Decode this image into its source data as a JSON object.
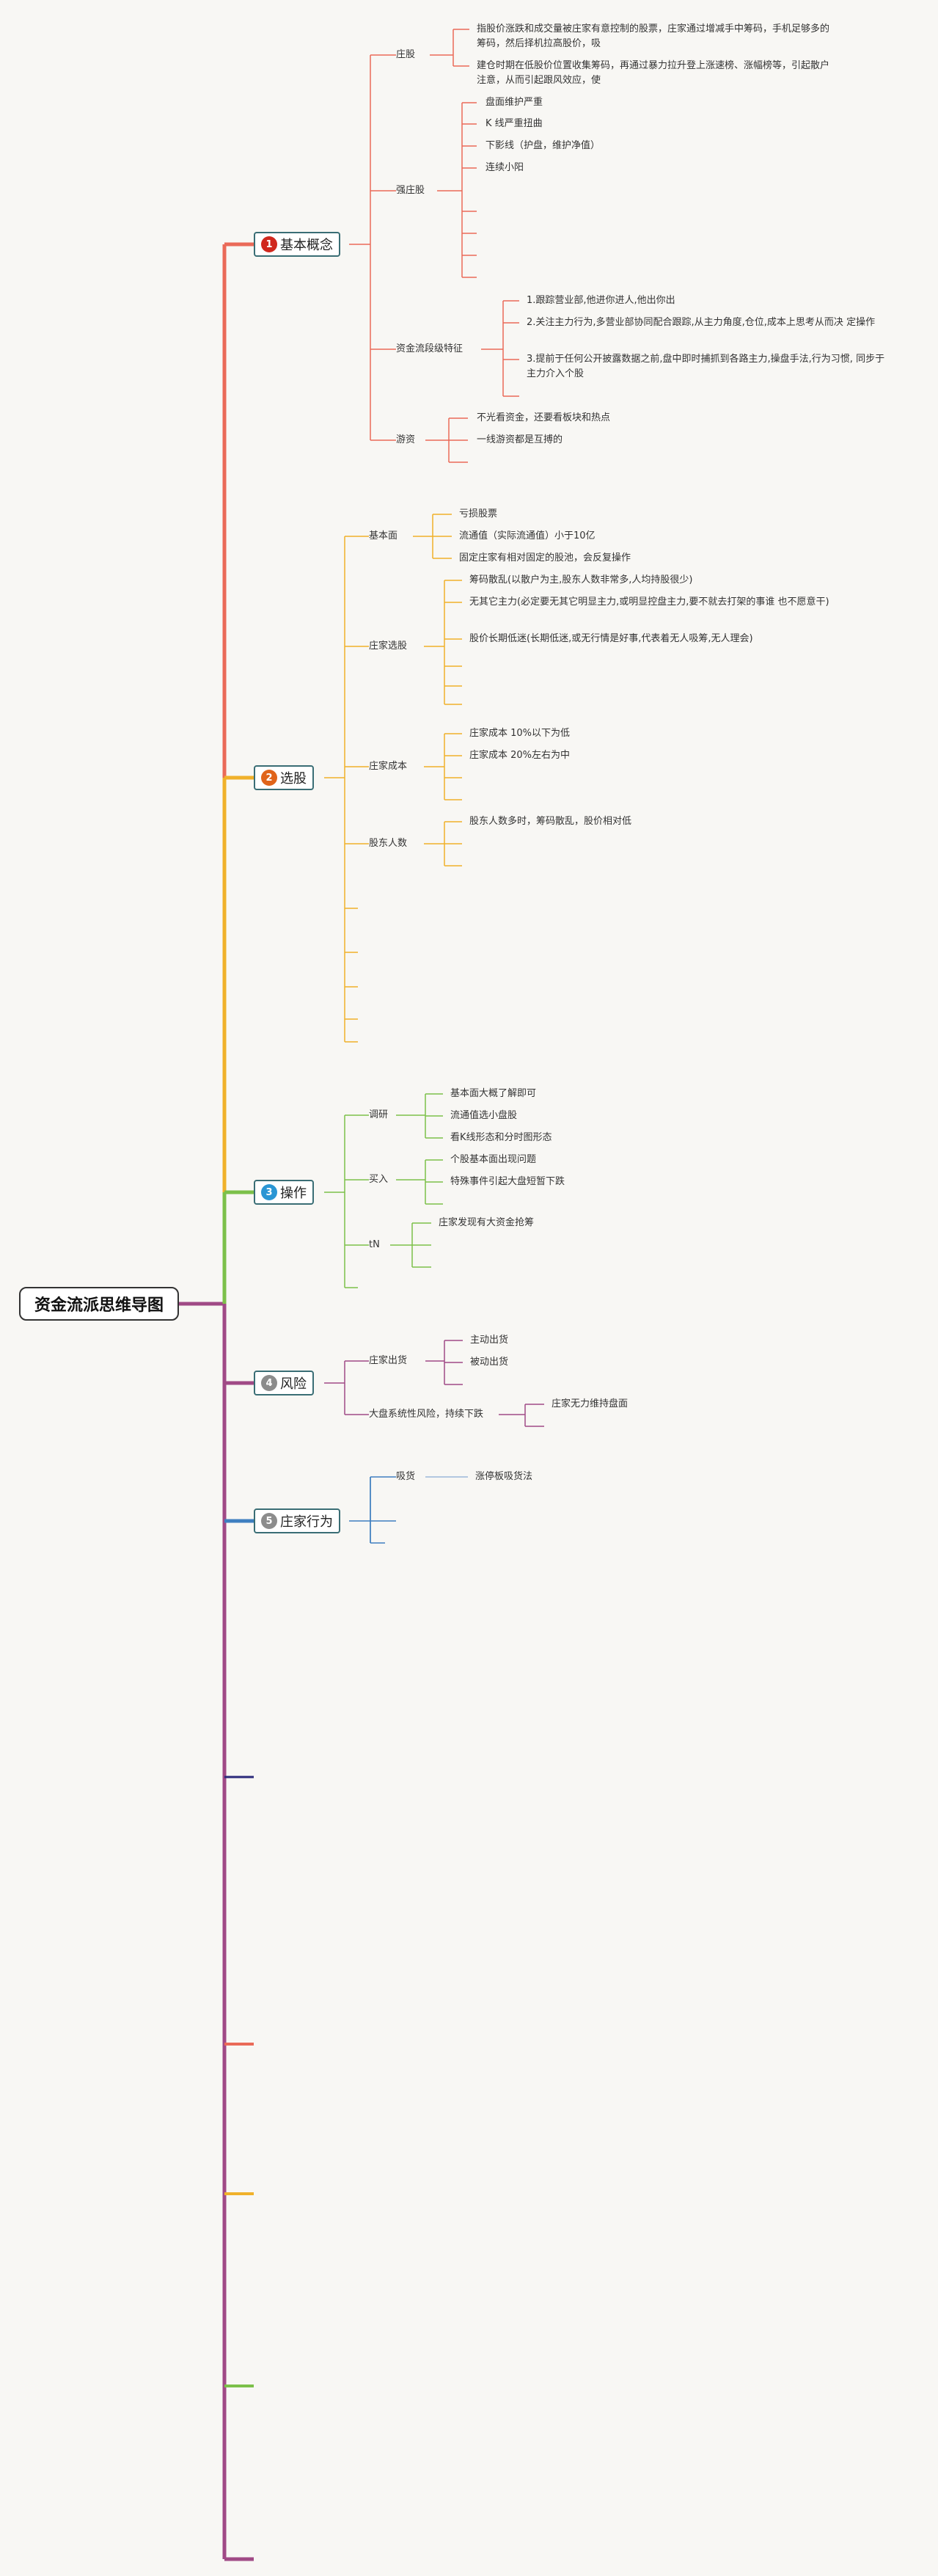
{
  "root": {
    "label": "资金流派思维导图"
  },
  "branches": [
    {
      "badge": "1",
      "label": "基本概念",
      "badge_color": "#d0281e",
      "color": "#ea6a58",
      "children": [
        {
          "label": "庄股",
          "leaves": [
            "指股价涨跌和成交量被庄家有意控制的股票，庄家通过增减手中筹码，手机足够多的筹码，然后择机拉高股价，吸",
            "建仓时期在低股价位置收集筹码，再通过暴力拉升登上涨速榜、涨幅榜等，引起散户注意，从而引起跟风效应，使"
          ]
        },
        {
          "label": "强庄股",
          "leaves": [
            "盘面维护严重",
            "K 线严重扭曲",
            "下影线（护盘，维护净值）",
            "连续小阳"
          ]
        },
        {
          "label": "资金流段级特征",
          "leaves": [
            "1.跟踪营业部,他进你进人,他出你出",
            "2.关注主力行为,多营业部协同配合跟踪,从主力角度,仓位,成本上思考从而决 定操作",
            "3.提前于任何公开披露数据之前,盘中即时捕抓到各路主力,操盘手法,行为习惯, 同步于主力介入个股"
          ]
        },
        {
          "label": "游资",
          "leaves": [
            "不光看资金，还要看板块和热点",
            "一线游资都是互搏的"
          ]
        }
      ]
    },
    {
      "badge": "2",
      "label": "选股",
      "badge_color": "#e0641a",
      "color": "#f0b12a",
      "children": [
        {
          "label": "基本面",
          "leaves": [
            "亏损股票",
            "流通值（实际流通值）小于10亿",
            "固定庄家有相对固定的股池，会反复操作"
          ]
        },
        {
          "label": "庄家选股",
          "leaves": [
            "筹码散乱(以散户为主,股东人数非常多,人均持股很少)",
            "无其它主力(必定要无其它明显主力,或明显控盘主力,要不就去打架的事谁 也不愿意干)",
            "股价长期低迷(长期低迷,或无行情是好事,代表着无人吸筹,无人理会)"
          ]
        },
        {
          "label": "庄家成本",
          "leaves": [
            "庄家成本 10%以下为低",
            "庄家成本 20%左右为中"
          ]
        },
        {
          "label": "股东人数",
          "leaves": [
            "股东人数多时，筹码散乱，股价相对低"
          ]
        }
      ]
    },
    {
      "badge": "3",
      "label": "操作",
      "badge_color": "#2a96d4",
      "color": "#7cc04a",
      "children": [
        {
          "label": "调研",
          "leaves": [
            "基本面大概了解即可",
            "流通值选小盘股",
            "看K线形态和分时图形态"
          ]
        },
        {
          "label": "买入",
          "leaves": [
            "个股基本面出现问题",
            "特殊事件引起大盘短暂下跌"
          ]
        },
        {
          "label": "tN",
          "leaves": [
            "庄家发现有大资金抢筹"
          ]
        }
      ]
    },
    {
      "badge": "4",
      "label": "风险",
      "badge_color": "#8c8c8c",
      "color": "#a04a86",
      "children": [
        {
          "label": "庄家出货",
          "leaves": [
            "主动出货",
            "被动出货"
          ]
        },
        {
          "label": "大盘系统性风险，持续下跌",
          "leaves": [
            "庄家无力维持盘面"
          ]
        }
      ]
    },
    {
      "badge": "5",
      "label": "庄家行为",
      "badge_color": "#8c8c8c",
      "color": "#3f7fc0",
      "children": [
        {
          "label": "吸货",
          "leaves": [
            "涨停板吸货法"
          ]
        }
      ]
    }
  ]
}
